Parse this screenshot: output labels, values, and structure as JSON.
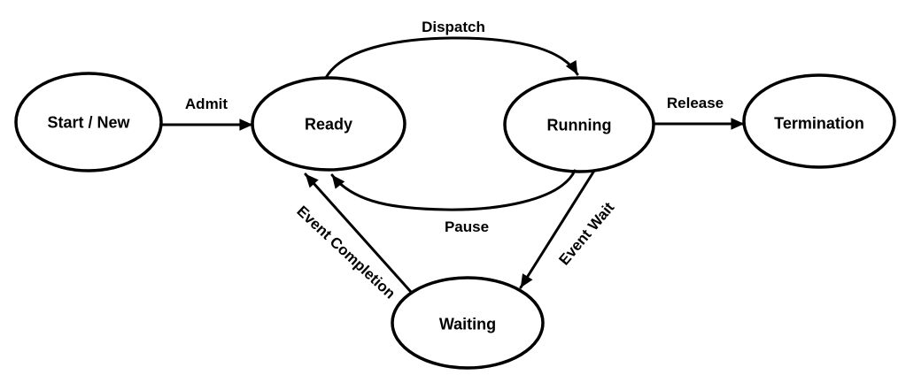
{
  "diagram": {
    "type": "state-diagram",
    "colors": {
      "stroke": "#000000",
      "text": "#000000",
      "background": "#ffffff"
    },
    "nodes": [
      {
        "id": "start",
        "label": "Start / New"
      },
      {
        "id": "ready",
        "label": "Ready"
      },
      {
        "id": "running",
        "label": "Running"
      },
      {
        "id": "termination",
        "label": "Termination"
      },
      {
        "id": "waiting",
        "label": "Waiting"
      }
    ],
    "edges": [
      {
        "id": "admit",
        "label": "Admit",
        "from": "start",
        "to": "ready"
      },
      {
        "id": "dispatch",
        "label": "Dispatch",
        "from": "ready",
        "to": "running"
      },
      {
        "id": "release",
        "label": "Release",
        "from": "running",
        "to": "termination"
      },
      {
        "id": "pause",
        "label": "Pause",
        "from": "running",
        "to": "ready"
      },
      {
        "id": "event-wait",
        "label": "Event Wait",
        "from": "running",
        "to": "waiting"
      },
      {
        "id": "event-completion",
        "label": "Event Completion",
        "from": "waiting",
        "to": "ready"
      }
    ]
  }
}
